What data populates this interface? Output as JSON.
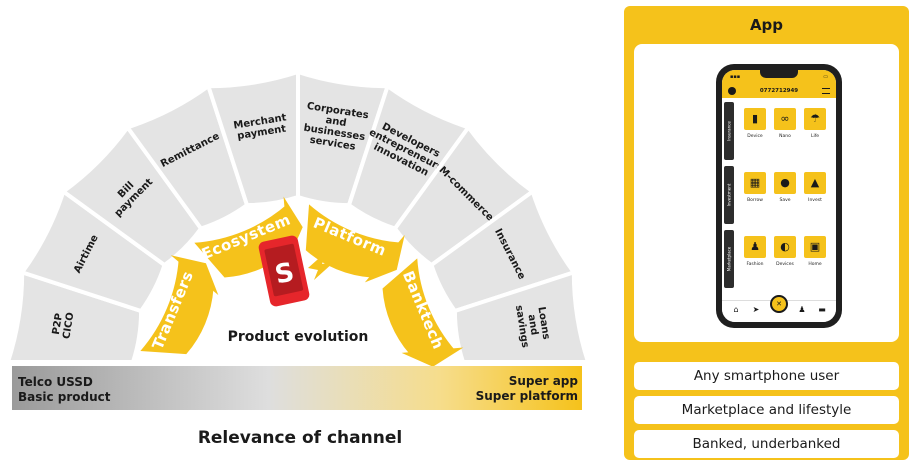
{
  "segments": [
    "P2P CICO",
    "Airtime",
    "Bill payment",
    "Remittance",
    "Merchant payment",
    "Corporates and businesses services",
    "Developers entrepreneurs innovation",
    "M-commerce",
    "Insurance",
    "Loans and savings"
  ],
  "bands": [
    "Transfers",
    "Ecosystem",
    "Platform",
    "Banktech"
  ],
  "center_label": "Product evolution",
  "bar": {
    "left": "Telco USSD\nBasic product",
    "right": "Super app\nSuper platform"
  },
  "footer": "Relevance of channel",
  "app": {
    "title": "App",
    "pills": [
      "Any smartphone user",
      "Marketplace and lifestyle",
      "Banked, underbanked"
    ],
    "phone": {
      "header_number": "0772712949",
      "side_tabs": [
        "Insurance",
        "Investment",
        "Marketplace"
      ],
      "tiles": [
        {
          "label": "Device",
          "glyph": "▮"
        },
        {
          "label": "Nano",
          "glyph": "∞"
        },
        {
          "label": "Life",
          "glyph": "☂"
        },
        {
          "label": "Borrow",
          "glyph": "▦"
        },
        {
          "label": "Save",
          "glyph": "●"
        },
        {
          "label": "Invest",
          "glyph": "▲"
        },
        {
          "label": "Fashion",
          "glyph": "♟"
        },
        {
          "label": "Devices",
          "glyph": "◐"
        },
        {
          "label": "Home",
          "glyph": "▣"
        }
      ]
    }
  },
  "colors": {
    "accent": "#f5c21b",
    "segment_fill": "#e4e4e4",
    "segment_stroke": "#ffffff",
    "phone_body": "#e6262b",
    "dark": "#1a1a1a"
  }
}
